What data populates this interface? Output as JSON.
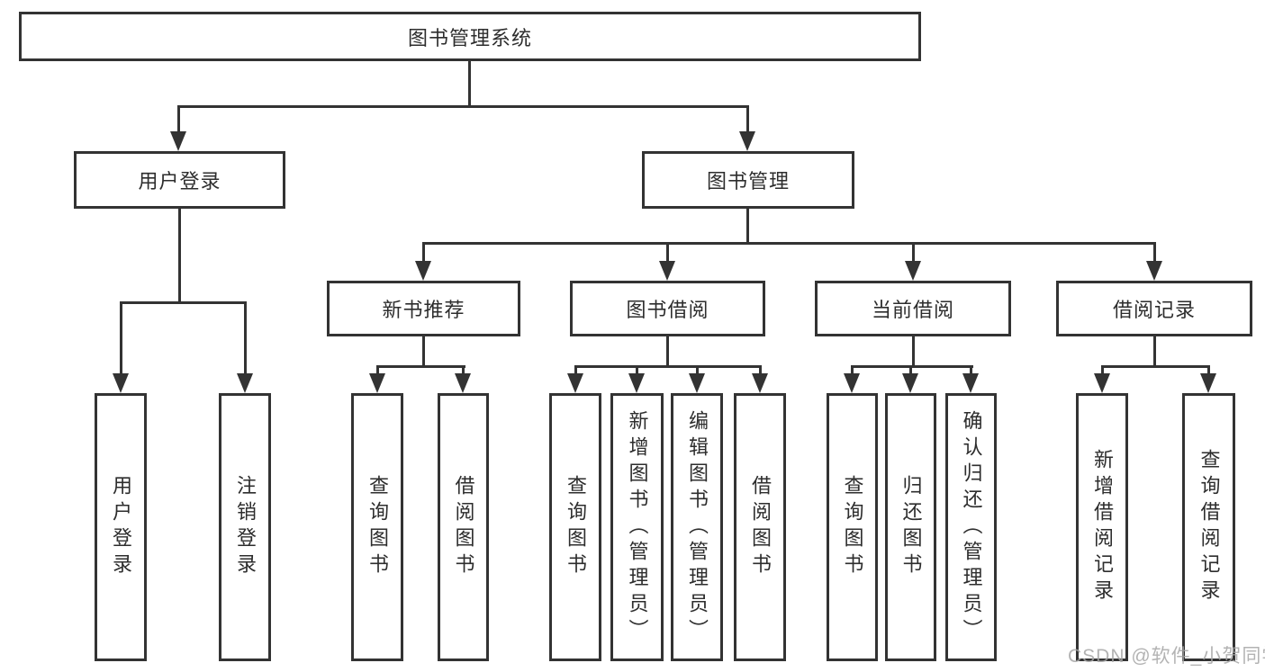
{
  "diagram": {
    "tree": {
      "root": {
        "label": "图书管理系统"
      },
      "branches": [
        {
          "label": "用户登录",
          "children": [
            {
              "label": "用户登录"
            },
            {
              "label": "注销登录"
            }
          ]
        },
        {
          "label": "图书管理",
          "children": [
            {
              "label": "新书推荐",
              "children": [
                {
                  "label": "查询图书"
                },
                {
                  "label": "借阅图书"
                }
              ]
            },
            {
              "label": "图书借阅",
              "children": [
                {
                  "label": "查询图书"
                },
                {
                  "label": "新增图书（管理员）"
                },
                {
                  "label": "编辑图书（管理员）"
                },
                {
                  "label": "借阅图书"
                }
              ]
            },
            {
              "label": "当前借阅",
              "children": [
                {
                  "label": "查询图书"
                },
                {
                  "label": "归还图书"
                },
                {
                  "label": "确认归还（管理员）"
                }
              ]
            },
            {
              "label": "借阅记录",
              "children": [
                {
                  "label": "新增借阅记录"
                },
                {
                  "label": "查询借阅记录"
                }
              ]
            }
          ]
        }
      ]
    }
  },
  "watermark": {
    "text": "CSDN @软件_小贺同学"
  },
  "colors": {
    "line": "#333333",
    "border": "#333333",
    "text": "#2d2d2d",
    "background": "#ffffff",
    "watermark": "#a6a6a6"
  }
}
